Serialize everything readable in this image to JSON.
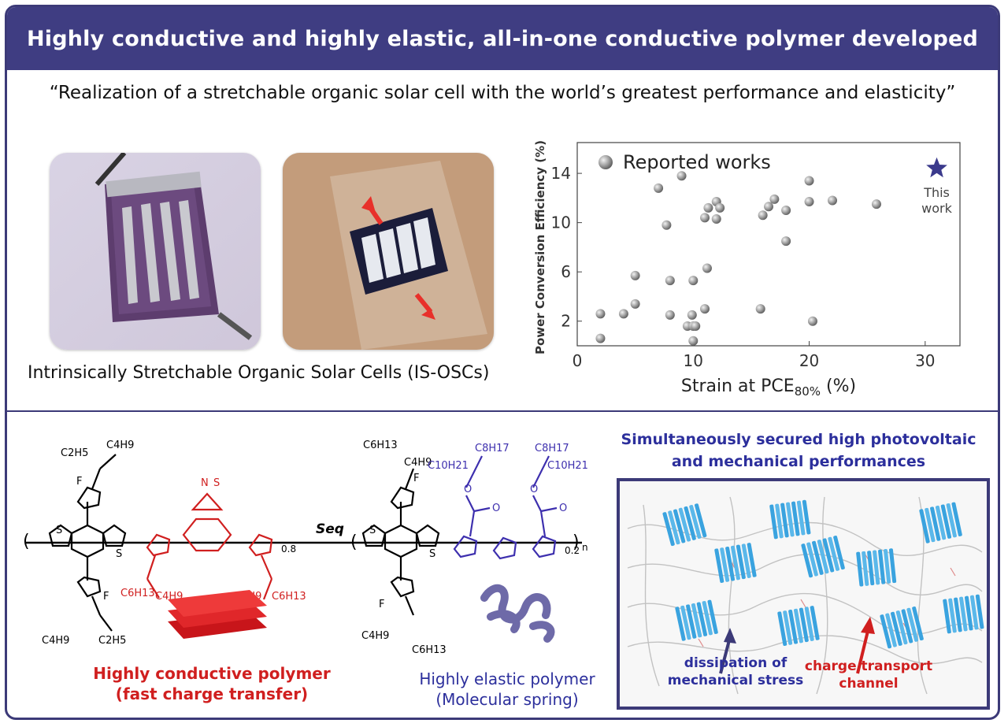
{
  "banner": {
    "title": "Highly conductive and highly elastic, all-in-one conductive polymer developed"
  },
  "subtitle": "“Realization of a stretchable organic solar cell with the world’s greatest performance and elasticity”",
  "photos": {
    "caption": "Intrinsically Stretchable Organic Solar Cells (IS-OSCs)"
  },
  "chart_data": {
    "type": "scatter",
    "ylabel": "Power Conversion Efficiency (%)",
    "xlabel_main": "Strain at PCE",
    "xlabel_sub": "80%",
    "xlabel_unit": "(%)",
    "xlim": [
      0,
      33
    ],
    "ylim": [
      0,
      16.5
    ],
    "xticks": [
      0,
      10,
      20,
      30
    ],
    "yticks": [
      2,
      6,
      10,
      14
    ],
    "series": [
      {
        "name": "Reported works",
        "marker": "sphere",
        "points": [
          [
            2,
            0.6
          ],
          [
            2,
            2.6
          ],
          [
            4,
            2.6
          ],
          [
            5,
            3.4
          ],
          [
            5,
            5.7
          ],
          [
            7,
            12.8
          ],
          [
            7.7,
            9.8
          ],
          [
            8,
            5.3
          ],
          [
            8,
            2.5
          ],
          [
            9,
            13.8
          ],
          [
            9.5,
            1.6
          ],
          [
            9.9,
            2.5
          ],
          [
            10,
            5.3
          ],
          [
            10,
            1.6
          ],
          [
            10,
            0.4
          ],
          [
            10.2,
            1.6
          ],
          [
            11,
            10.4
          ],
          [
            11,
            3.0
          ],
          [
            11.2,
            6.3
          ],
          [
            11.3,
            11.2
          ],
          [
            12,
            11.7
          ],
          [
            12,
            10.3
          ],
          [
            12.3,
            11.2
          ],
          [
            15.8,
            3.0
          ],
          [
            16,
            10.6
          ],
          [
            16.5,
            11.3
          ],
          [
            17,
            11.9
          ],
          [
            18,
            11.0
          ],
          [
            18,
            8.5
          ],
          [
            20,
            13.4
          ],
          [
            20,
            11.7
          ],
          [
            20.3,
            2.0
          ],
          [
            22,
            11.8
          ],
          [
            25.8,
            11.5
          ]
        ]
      },
      {
        "name": "This work",
        "marker": "star",
        "points": [
          [
            31,
            14.4
          ]
        ]
      }
    ],
    "legend": "Reported works",
    "star_label_line1": "This",
    "star_label_line2": "work",
    "colors": {
      "sphere": "#9a9a9a",
      "star": "#3b3a8c",
      "axis": "#444444"
    }
  },
  "chemistry": {
    "sidechains_top_left": [
      "C2H5",
      "C4H9"
    ],
    "F": "F",
    "S": "S",
    "N": "N",
    "sub_08": "0.8",
    "seq": "Seq",
    "sub_02": "0.2",
    "n": "n",
    "C6H13": "C6H13",
    "C4H9": "C4H9",
    "C2H5": "C2H5",
    "C8H17": "C8H17",
    "C10H21": "C10H21",
    "O": "O"
  },
  "labels": {
    "conductive_line1": "Highly conductive polymer",
    "conductive_line2": "(fast charge transfer)",
    "elastic_line1": "Highly elastic polymer",
    "elastic_line2": "(Molecular spring)",
    "right_title_line1": "Simultaneously secured high photovoltaic",
    "right_title_line2": "and mechanical performances",
    "dissipation_line1": "dissipation of",
    "dissipation_line2": "mechanical stress",
    "charge_line1": "charge transport",
    "charge_line2": "channel"
  },
  "colors": {
    "banner": "#3f3d82",
    "red": "#d01f1f",
    "blue": "#2c2f9c",
    "crystal": "#3aa3df"
  }
}
